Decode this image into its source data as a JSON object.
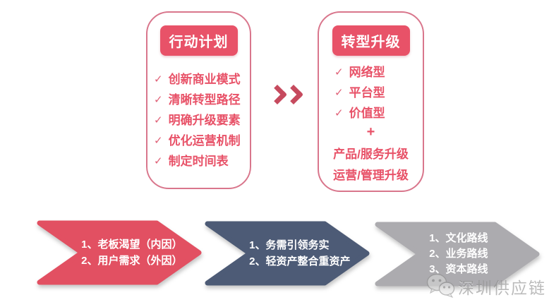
{
  "left_box": {
    "title": "行动计划",
    "check_glyph": "✓",
    "items": [
      "创新商业模式",
      "清晰转型路径",
      "明确升级要素",
      "优化运营机制",
      "制定时间表"
    ]
  },
  "connector": {
    "icon": "double-chevron-right"
  },
  "right_box": {
    "title": "转型升级",
    "check_glyph": "✓",
    "checked_items": [
      "网络型",
      "平台型",
      "价值型"
    ],
    "plus_sign": "+",
    "extra_items": [
      "产品/服务升级",
      "运营/管理升级"
    ]
  },
  "flow_arrows": [
    {
      "color": "#e25062",
      "lines": [
        "1、老板渴望（内因）",
        "2、用户需求（外因）"
      ]
    },
    {
      "color": "#4d5b76",
      "lines": [
        "1、务需引领务实",
        "2、轻资产整合重资产"
      ]
    },
    {
      "color": "#acabaf",
      "lines": [
        "1、文化路线",
        "2、业务路线",
        "3、资本路线"
      ]
    }
  ],
  "watermark": {
    "text": "深圳供应链"
  },
  "colors": {
    "accent_red": "#e85268",
    "box_border": "#d9768c",
    "chevron_red": "#c64a5e",
    "arrow_red": "#e25062",
    "arrow_slate": "#4d5b76",
    "arrow_gray": "#acabaf",
    "watermark_gray": "#8f8f8f"
  }
}
